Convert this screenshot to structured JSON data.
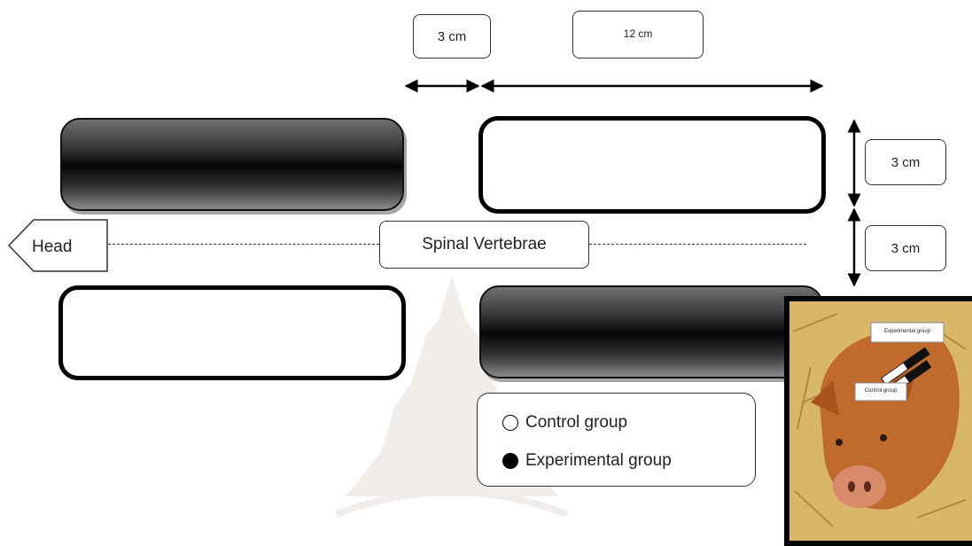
{
  "dimensions": {
    "top_gap": "3 cm",
    "length": "12 cm",
    "width_upper": "3 cm",
    "width_lower": "3 cm"
  },
  "head_label": "Head",
  "spine_label": "Spinal Vertebrae",
  "legend": {
    "control": "Control group",
    "experimental": "Experimental group"
  },
  "photo": {
    "experimental_tag": "Experimental group",
    "control_tag": "Control group"
  }
}
